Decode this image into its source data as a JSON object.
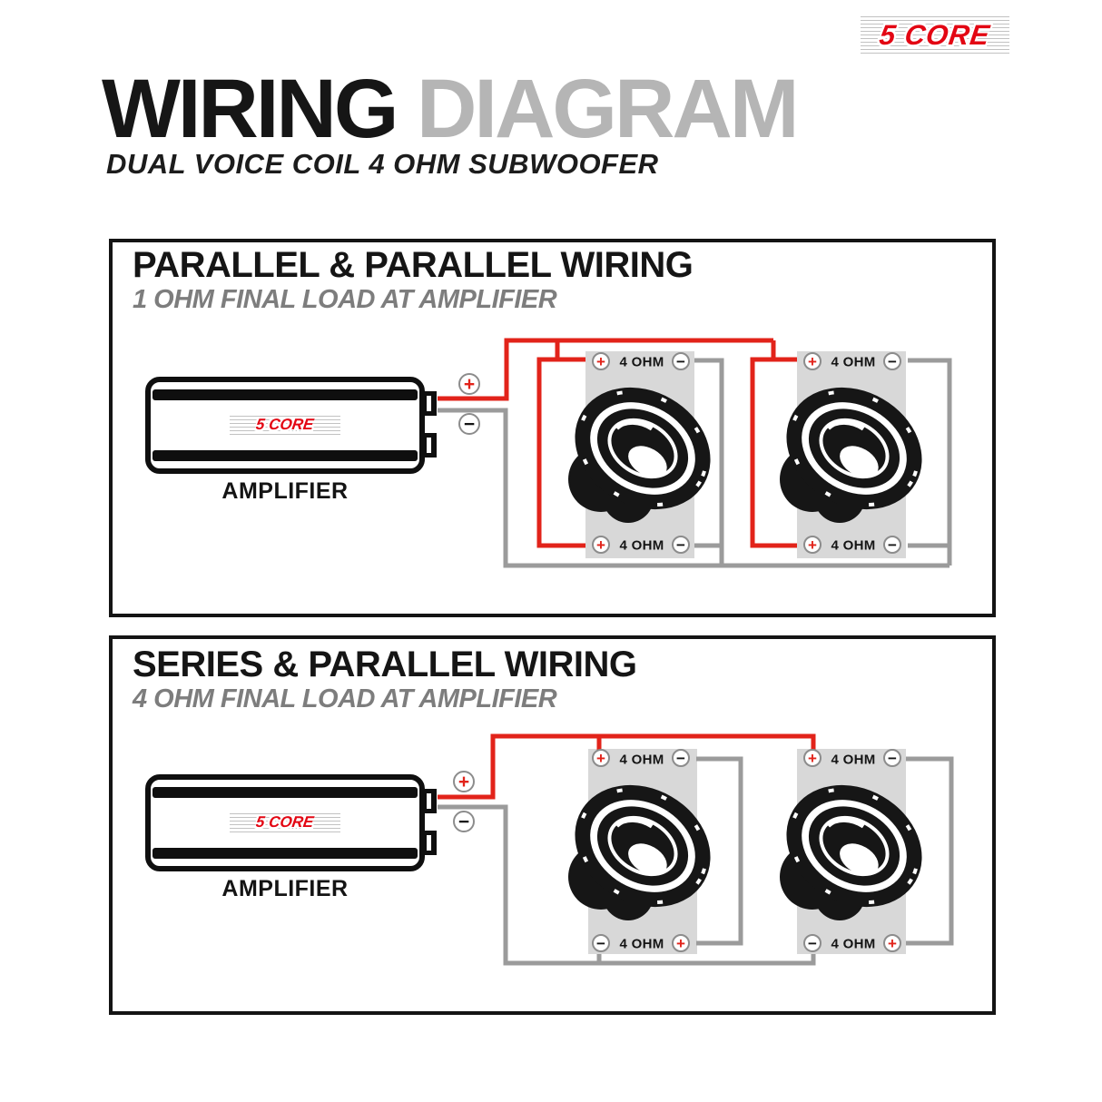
{
  "brand_logo": {
    "text": "5 CORE"
  },
  "header": {
    "title_primary": "WIRING",
    "title_secondary": "DIAGRAM",
    "subtitle": "DUAL VOICE COIL 4 OHM SUBWOOFER"
  },
  "colors": {
    "brand_red": "#e30613",
    "wire_red": "#e2231a",
    "wire_gray": "#9b9b9b",
    "title_gray": "#b5b5b5",
    "panel_subtitle_gray": "#7d7d7d",
    "speaker_plate_gray": "#d8d8d8"
  },
  "panels": [
    {
      "id": "parallel-parallel",
      "title": "PARALLEL & PARALLEL WIRING",
      "subtitle": "1 OHM FINAL LOAD AT AMPLIFIER",
      "amplifier": {
        "label": "AMPLIFIER",
        "logo": "5 CORE",
        "terminals": {
          "positive": "+",
          "negative": "−"
        }
      },
      "speakers": [
        {
          "top": {
            "left": "+",
            "impedance": "4 OHM",
            "right": "−"
          },
          "bottom": {
            "left": "+",
            "impedance": "4 OHM",
            "right": "−"
          }
        },
        {
          "top": {
            "left": "+",
            "impedance": "4 OHM",
            "right": "−"
          },
          "bottom": {
            "left": "+",
            "impedance": "4 OHM",
            "right": "−"
          }
        }
      ]
    },
    {
      "id": "series-parallel",
      "title": "SERIES & PARALLEL WIRING",
      "subtitle": "4 OHM FINAL LOAD AT AMPLIFIER",
      "amplifier": {
        "label": "AMPLIFIER",
        "logo": "5 CORE",
        "terminals": {
          "positive": "+",
          "negative": "−"
        }
      },
      "speakers": [
        {
          "top": {
            "left": "+",
            "impedance": "4 OHM",
            "right": "−"
          },
          "bottom": {
            "left": "−",
            "impedance": "4 OHM",
            "right": "+"
          }
        },
        {
          "top": {
            "left": "+",
            "impedance": "4 OHM",
            "right": "−"
          },
          "bottom": {
            "left": "−",
            "impedance": "4 OHM",
            "right": "+"
          }
        }
      ]
    }
  ]
}
